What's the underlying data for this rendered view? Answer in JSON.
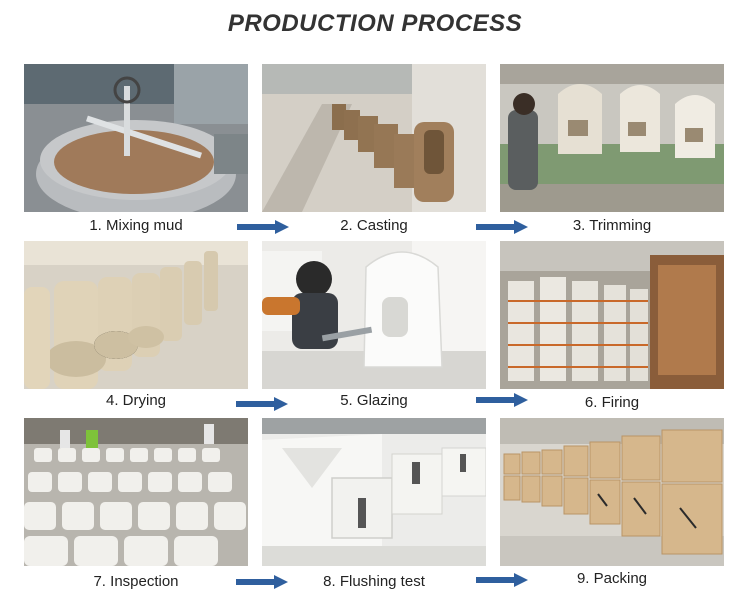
{
  "title": "PRODUCTION PROCESS",
  "steps": [
    {
      "label": "1. Mixing mud"
    },
    {
      "label": "2. Casting"
    },
    {
      "label": "3. Trimming"
    },
    {
      "label": "4. Drying"
    },
    {
      "label": "5. Glazing"
    },
    {
      "label": "6. Firing"
    },
    {
      "label": "7. Inspection"
    },
    {
      "label": "8. Flushing test"
    },
    {
      "label": "9. Packing"
    }
  ],
  "colors": {
    "title": "#333333",
    "arrow": "#2f5f9e",
    "label": "#222222"
  },
  "icons": {
    "flow_arrow": "right-arrow-icon"
  }
}
